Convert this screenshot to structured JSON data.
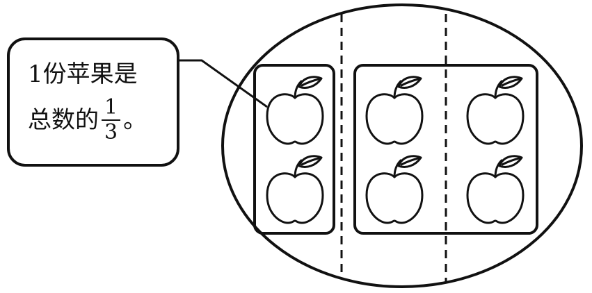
{
  "callout": {
    "line1": "1份苹果是",
    "line2_prefix": "总数的",
    "fraction": {
      "numerator": "1",
      "denominator": "3"
    },
    "line2_suffix": "。"
  },
  "diagram": {
    "total_apples": 6,
    "parts": 3,
    "apples_per_part": 2,
    "highlighted_parts": 1,
    "stroke_color": "#111111",
    "background_color": "#ffffff"
  }
}
